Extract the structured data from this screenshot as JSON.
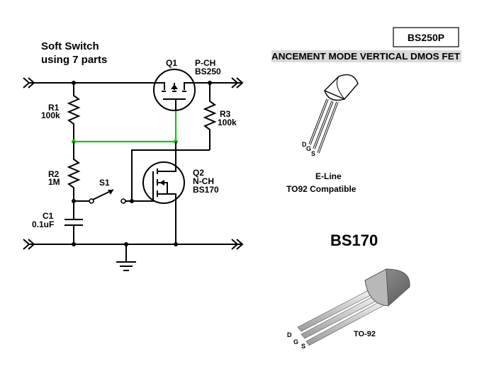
{
  "circuit": {
    "title_line1": "Soft Switch",
    "title_line2": "using 7 parts",
    "q1": {
      "ref": "Q1",
      "type": "P-CH",
      "part": "BS250"
    },
    "q2": {
      "ref": "Q2",
      "type": "N-CH",
      "part": "BS170"
    },
    "r1": {
      "ref": "R1",
      "value": "100k"
    },
    "r2": {
      "ref": "R2",
      "value": "1M"
    },
    "r3": {
      "ref": "R3",
      "value": "100k"
    },
    "c1": {
      "ref": "C1",
      "value": "0.1uF"
    },
    "s1": {
      "ref": "S1"
    },
    "wire_color": "#000000",
    "highlight_color": "#22bb22"
  },
  "bs250p": {
    "title": "BS250P",
    "subtitle": "ANCEMENT MODE VERTICAL DMOS FET",
    "pin_d": "D",
    "pin_g": "G",
    "pin_s": "S",
    "package_line1": "E-Line",
    "package_line2": "TO92 Compatible"
  },
  "bs170": {
    "title": "BS170",
    "pin_d": "D",
    "pin_g": "G",
    "pin_s": "S",
    "package": "TO-92"
  }
}
